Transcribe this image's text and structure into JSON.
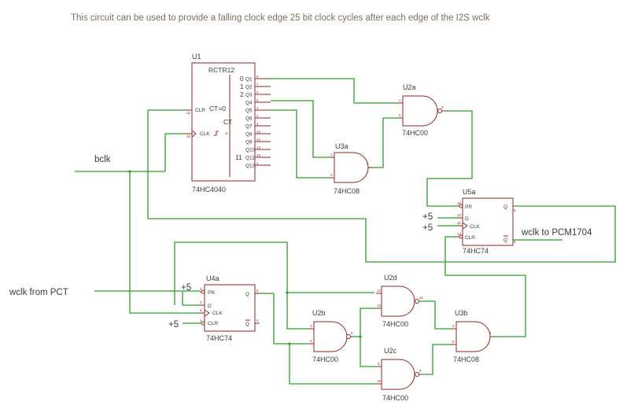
{
  "title": "This circuit can be used to provide a falling clock edge 25 bit clock cycles after each edge of the I2S wclk",
  "nets": {
    "bclk": "bclk",
    "wclk_in": "wclk from PCT",
    "wclk_out": "wclk to PCM1704",
    "vcc": "+5"
  },
  "u1": {
    "ref": "U1",
    "name": "RCTR12",
    "part": "74HC4040",
    "clr": "CLR",
    "clk": "CLK",
    "ct0": "CT=0",
    "ct": "CT",
    "sym": "+",
    "q_labels": [
      "Q1",
      "Q2",
      "Q3",
      "Q4",
      "Q5",
      "Q6",
      "Q7",
      "Q8",
      "Q9",
      "Q10",
      "Q11",
      "Q12"
    ],
    "q_pins": [
      "9",
      "7",
      "6",
      "5",
      "3",
      "2",
      "4",
      "13",
      "12",
      "14",
      "15",
      "1"
    ],
    "ct_nums": [
      "0",
      "1",
      "2",
      "11"
    ],
    "pin_clr": "11",
    "pin_clk": "10"
  },
  "u2a": {
    "ref": "U2a",
    "part": "74HC00",
    "pins": [
      "1",
      "2",
      "3"
    ]
  },
  "u2b": {
    "ref": "U2b",
    "part": "74HC00",
    "pins": [
      "4",
      "5",
      "6"
    ]
  },
  "u2c": {
    "ref": "U2c",
    "part": "74HC00",
    "pins": [
      "9",
      "10",
      "8"
    ]
  },
  "u2d": {
    "ref": "U2d",
    "part": "74HC00",
    "pins": [
      "12",
      "13",
      "11"
    ]
  },
  "u3a": {
    "ref": "U3a",
    "part": "74HC08",
    "pins": [
      "1",
      "2",
      "3"
    ]
  },
  "u3b": {
    "ref": "U3b",
    "part": "74HC08",
    "pins": [
      "4",
      "5",
      "6"
    ]
  },
  "u4a": {
    "ref": "U4a",
    "part": "74HC74",
    "labels": [
      "PR",
      "D",
      "CLK",
      "CLR",
      "Q",
      "Q"
    ],
    "pins": [
      "4",
      "2",
      "3",
      "1",
      "5",
      "6"
    ]
  },
  "u5a": {
    "ref": "U5a",
    "part": "74HC74",
    "labels": [
      "PR",
      "D",
      "CLK",
      "CLR",
      "Q",
      "Q"
    ],
    "pins": [
      "10",
      "12",
      "11",
      "13",
      "9",
      "8"
    ]
  }
}
